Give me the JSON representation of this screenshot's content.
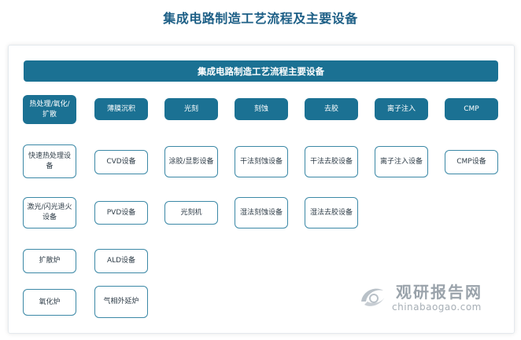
{
  "title": "集成电路制造工艺流程及主要设备",
  "banner": "集成电路制造工艺流程主要设备",
  "columns": [
    {
      "header": "热处理/氧化/扩散",
      "equipment": [
        "快速热处理设备",
        "激光/闪光退火设备",
        "扩散炉",
        "氧化炉"
      ]
    },
    {
      "header": "薄膜沉积",
      "equipment": [
        "CVD设备",
        "PVD设备",
        "ALD设备",
        "气相外延炉"
      ]
    },
    {
      "header": "光刻",
      "equipment": [
        "涂胶/显影设备",
        "光刻机"
      ]
    },
    {
      "header": "刻蚀",
      "equipment": [
        "干法刻蚀设备",
        "湿法刻蚀设备"
      ]
    },
    {
      "header": "去胶",
      "equipment": [
        "干法去胶设备",
        "湿法去胶设备"
      ]
    },
    {
      "header": "离子注入",
      "equipment": [
        "离子注入设备"
      ]
    },
    {
      "header": "CMP",
      "equipment": [
        "CMP设备"
      ]
    }
  ],
  "watermark": {
    "name": "观研报告网",
    "url": "chinabaogao.com"
  },
  "colors": {
    "header_fill": "#1b7193",
    "title_text": "#1d5f86",
    "equip_border": "#3b88a6"
  }
}
